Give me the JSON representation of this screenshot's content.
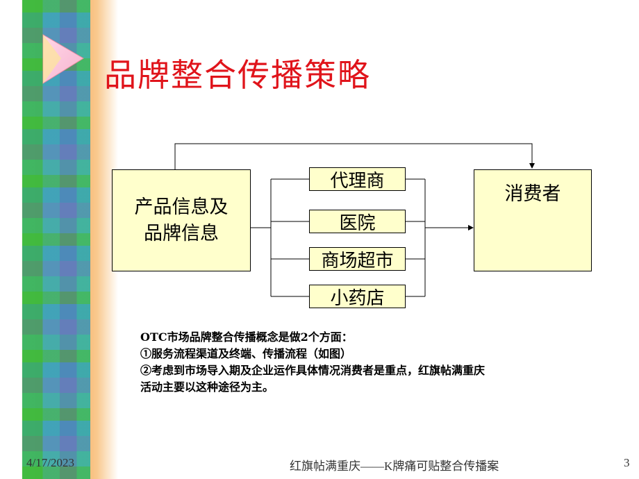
{
  "slide": {
    "title": "品牌整合传播策略",
    "page_number": "3"
  },
  "diagram": {
    "source_line1": "产品信息及",
    "source_line2": "品牌信息",
    "channels": [
      "代理商",
      "医院",
      "商场超市",
      "小药店"
    ],
    "target": "消费者"
  },
  "notes": {
    "line1": "OTC市场品牌整合传播概念是做2个方面：",
    "line2": "①服务流程渠道及终端、传播流程（如图）",
    "line3": "②考虑到市场导入期及企业运作具体情况消费者是重点，红旗帖满重庆",
    "line4": "活动主要以这种途径为主。"
  },
  "footer": {
    "date": "4/17/2023",
    "caption": "红旗帖满重庆——K牌痛可贴整合传播案"
  },
  "colors": {
    "title": "#e0141b",
    "box_fill": "#ffffcc",
    "strip_orange": "#f6a552"
  }
}
